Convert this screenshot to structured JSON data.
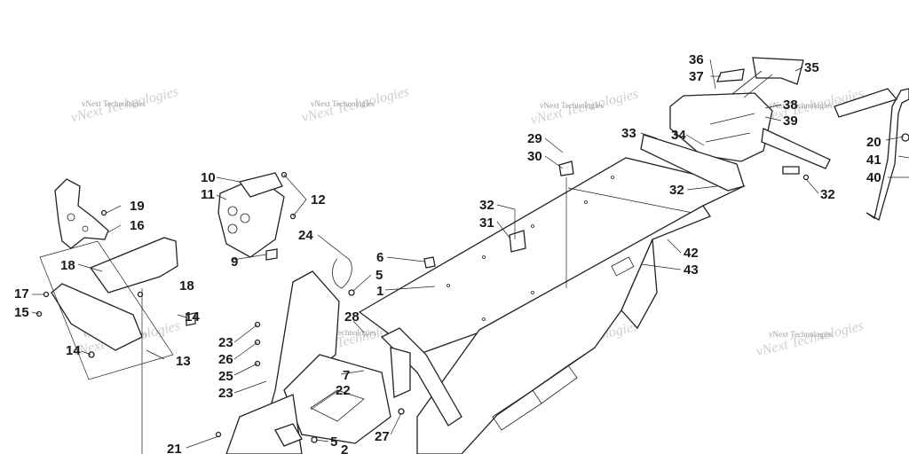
{
  "watermark": "vNext Technologies",
  "callouts": {
    "c1": "1",
    "c2": "2",
    "c5a": "5",
    "c5b": "5",
    "c6": "6",
    "c7": "7",
    "c9": "9",
    "c10": "10",
    "c11": "11",
    "c12": "12",
    "c13": "13",
    "c14a": "14",
    "c14b": "14",
    "c15": "15",
    "c16": "16",
    "c17": "17",
    "c18a": "18",
    "c18b": "18",
    "c19": "19",
    "c20": "20",
    "c21": "21",
    "c22": "22",
    "c23a": "23",
    "c23b": "23",
    "c24": "24",
    "c25": "25",
    "c26": "26",
    "c27": "27",
    "c28": "28",
    "c29": "29",
    "c30": "30",
    "c31": "31",
    "c32a": "32",
    "c32b": "32",
    "c32c": "32",
    "c33": "33",
    "c34": "34",
    "c35": "35",
    "c36": "36",
    "c37": "37",
    "c38": "38",
    "c39": "39",
    "c40": "40",
    "c41": "41",
    "c42": "42",
    "c43": "43"
  }
}
